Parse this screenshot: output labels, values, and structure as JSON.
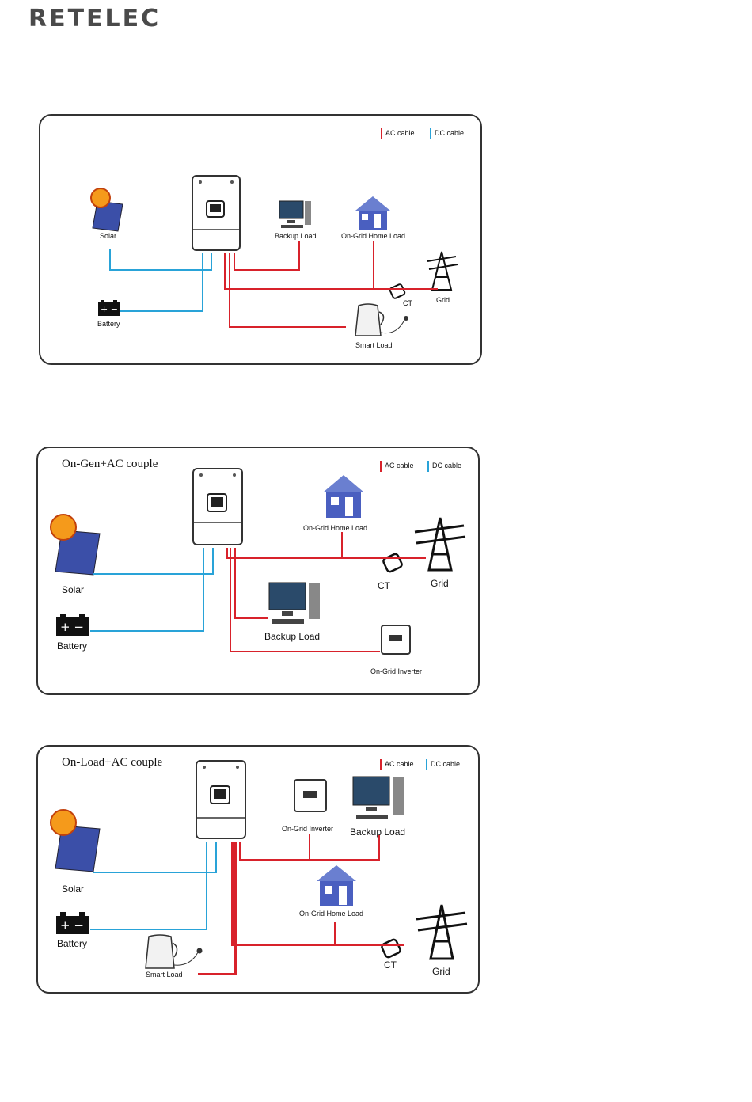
{
  "brand": {
    "logo_text": "RETELEC"
  },
  "legend": {
    "ac_label": "AC cable",
    "dc_label": "DC cable",
    "ac_color": "#d8222b",
    "dc_color": "#29a3d8"
  },
  "diagram1": {
    "title": "",
    "labels": {
      "solar": "Solar",
      "battery": "Battery",
      "backup_load": "Backup Load",
      "home_load": "On-Grid Home Load",
      "ct": "CT",
      "grid": "Grid",
      "smart_load": "Smart Load"
    }
  },
  "diagram2": {
    "title": "On-Gen+AC couple",
    "labels": {
      "solar": "Solar",
      "battery": "Battery",
      "backup_load": "Backup Load",
      "home_load": "On-Grid Home Load",
      "ct": "CT",
      "grid": "Grid",
      "on_grid_inverter": "On-Grid Inverter"
    }
  },
  "diagram3": {
    "title": "On-Load+AC couple",
    "labels": {
      "solar": "Solar",
      "battery": "Battery",
      "backup_load": "Backup Load",
      "home_load": "On-Grid Home Load",
      "ct": "CT",
      "grid": "Grid",
      "on_grid_inverter": "On-Grid Inverter",
      "smart_load": "Smart Load"
    }
  },
  "icons": [
    "inverter-icon",
    "solar-panel-icon",
    "battery-icon",
    "computer-icon",
    "house-icon",
    "ct-clamp-icon",
    "pylon-icon",
    "kettle-icon",
    "grid-inverter-icon"
  ]
}
